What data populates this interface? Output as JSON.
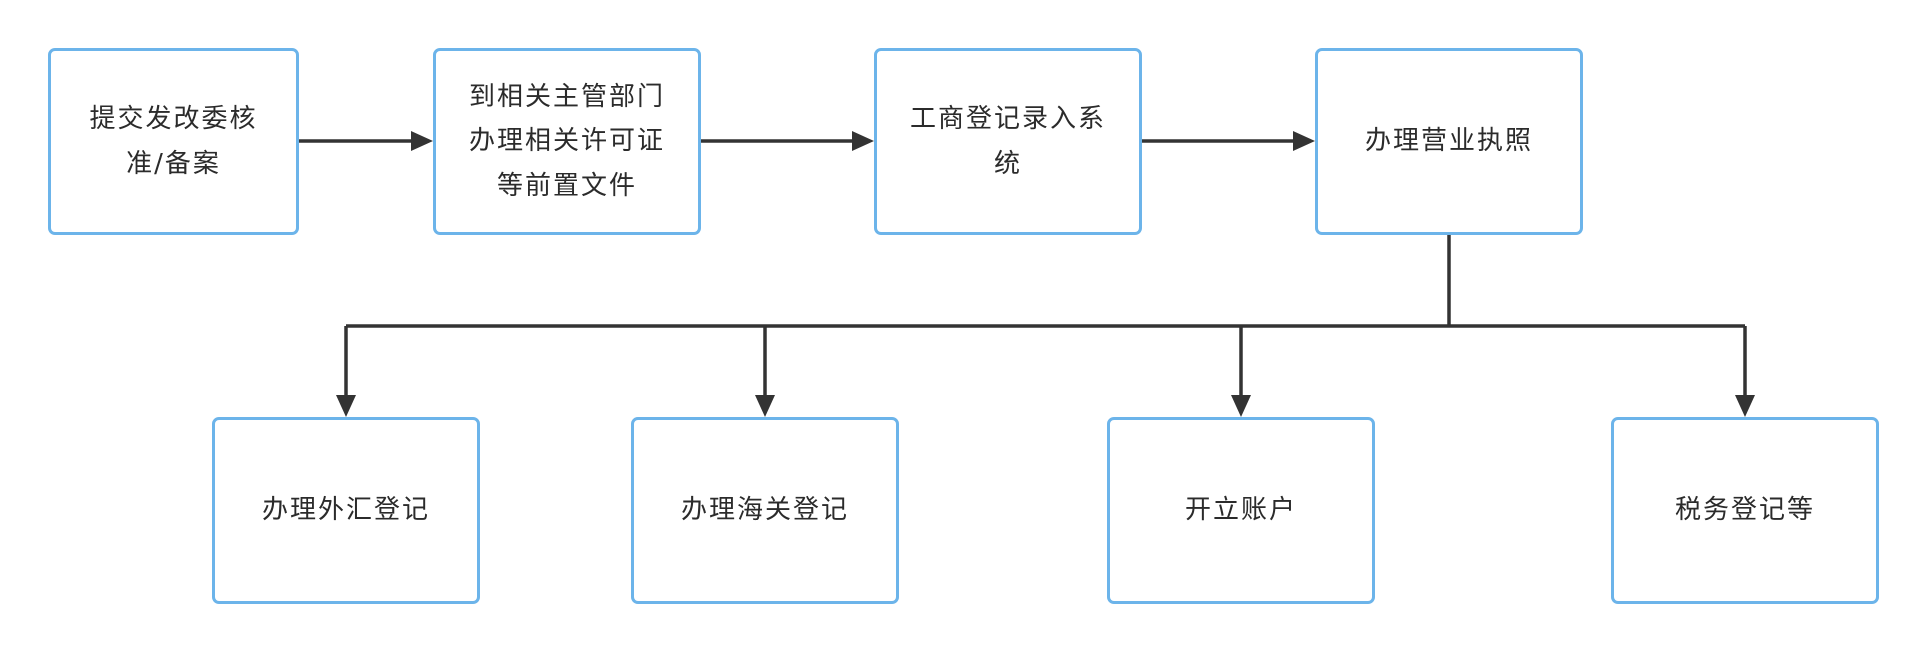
{
  "diagram": {
    "nodes": {
      "submit_approval": "提交发改委核准/备案",
      "permits": "到相关主管部门办理相关许可证等前置文件",
      "registration_entry": "工商登记录入系统",
      "business_license": "办理营业执照",
      "forex_registration": "办理外汇登记",
      "customs_registration": "办理海关登记",
      "open_account": "开立账户",
      "tax_registration": "税务登记等"
    },
    "edges": [
      {
        "from": "提交发改委核准/备案",
        "to": "到相关主管部门办理相关许可证等前置文件"
      },
      {
        "from": "到相关主管部门办理相关许可证等前置文件",
        "to": "工商登记录入系统"
      },
      {
        "from": "工商登记录入系统",
        "to": "办理营业执照"
      },
      {
        "from": "办理营业执照",
        "to": "办理外汇登记"
      },
      {
        "from": "办理营业执照",
        "to": "办理海关登记"
      },
      {
        "from": "办理营业执照",
        "to": "开立账户"
      },
      {
        "from": "办理营业执照",
        "to": "税务登记等"
      }
    ],
    "colors": {
      "node_border": "#6cb4ea",
      "connector": "#333333",
      "text": "#2b2b2b"
    }
  }
}
